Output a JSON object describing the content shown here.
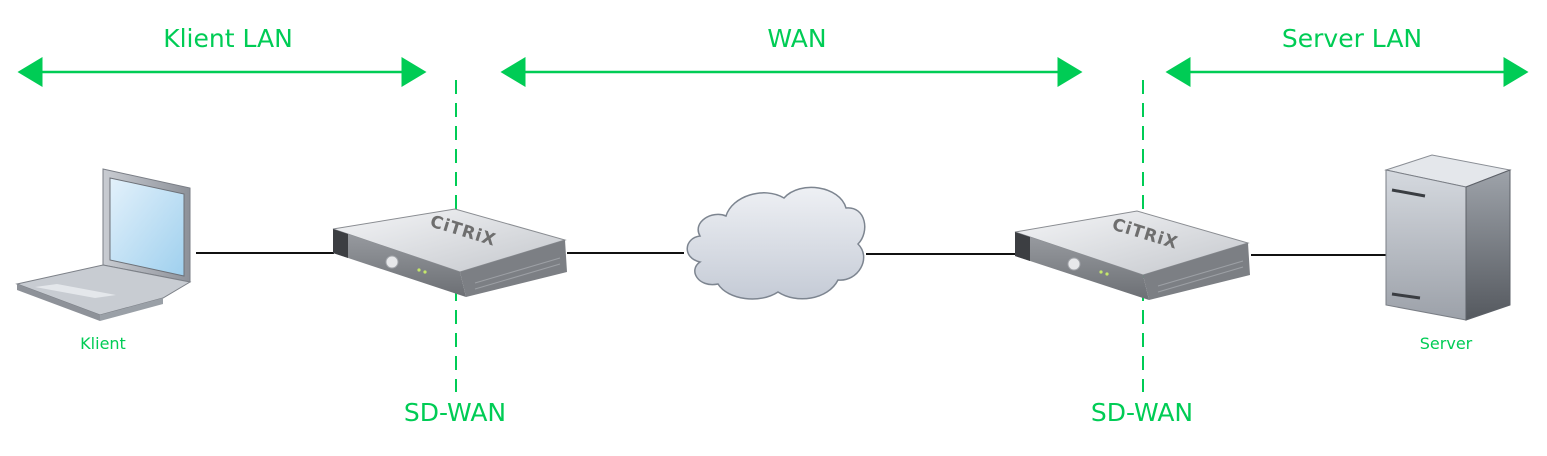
{
  "colors": {
    "accent_green": "#00cc55",
    "link_line": "#111111",
    "cloud_fill": "#d6dbe4",
    "cloud_stroke": "#7d8590",
    "device_gray": "#a9a9a9"
  },
  "zones": [
    {
      "id": "client-lan",
      "label": "Klient LAN"
    },
    {
      "id": "wan",
      "label": "WAN"
    },
    {
      "id": "server-lan",
      "label": "Server LAN"
    }
  ],
  "boundaries": [
    {
      "id": "sdwan-left",
      "label": "SD-WAN"
    },
    {
      "id": "sdwan-right",
      "label": "SD-WAN"
    }
  ],
  "nodes": {
    "client": {
      "label": "Klient",
      "icon": "laptop-icon"
    },
    "appliance_left": {
      "brand": "CiTRiX",
      "icon": "sdwan-appliance-icon"
    },
    "wan_cloud": {
      "icon": "cloud-icon"
    },
    "appliance_right": {
      "brand": "CiTRiX",
      "icon": "sdwan-appliance-icon"
    },
    "server": {
      "label": "Server",
      "icon": "server-tower-icon"
    }
  },
  "links": [
    {
      "from": "client",
      "to": "appliance_left"
    },
    {
      "from": "appliance_left",
      "to": "wan_cloud"
    },
    {
      "from": "wan_cloud",
      "to": "appliance_right"
    },
    {
      "from": "appliance_right",
      "to": "server"
    }
  ]
}
